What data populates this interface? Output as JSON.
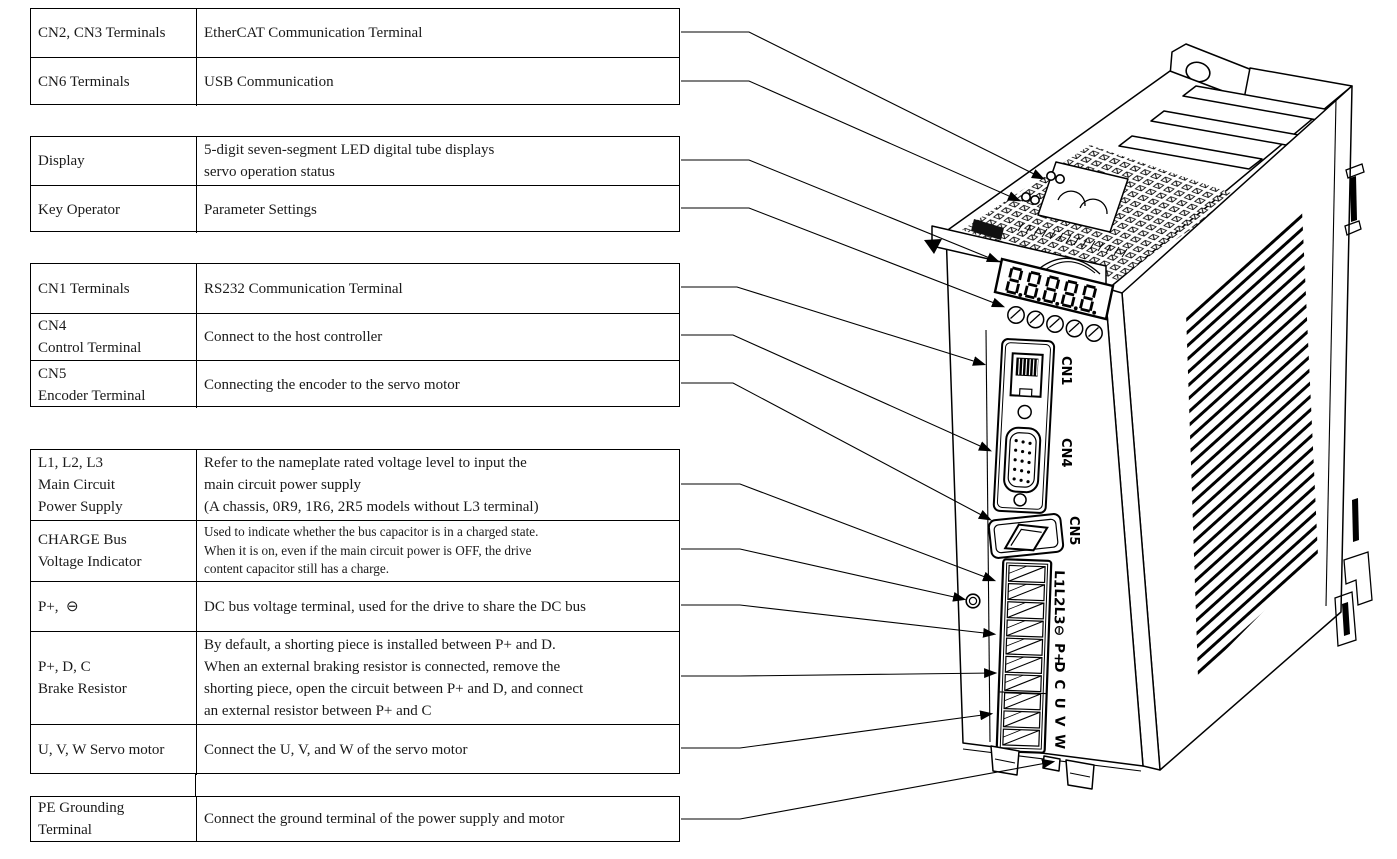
{
  "tables": [
    {
      "rows": [
        {
          "term": "CN2, CN3 Terminals",
          "desc": "EtherCAT Communication Terminal"
        },
        {
          "term": "CN6 Terminals",
          "desc": "USB Communication"
        }
      ]
    },
    {
      "rows": [
        {
          "term": "Display",
          "desc": "5-digit seven-segment LED digital tube displays\nservo operation status"
        },
        {
          "term": "Key Operator",
          "desc": "Parameter Settings"
        }
      ]
    },
    {
      "rows": [
        {
          "term": "CN1 Terminals",
          "desc": "RS232 Communication Terminal"
        },
        {
          "term": "CN4\nControl Terminal",
          "desc": "Connect to the host controller"
        },
        {
          "term": "CN5\nEncoder Terminal",
          "desc": "Connecting the encoder to the servo motor"
        }
      ]
    },
    {
      "rows": [
        {
          "term": "L1, L2, L3\nMain Circuit\nPower Supply",
          "desc": "Refer to the nameplate rated voltage level to input the\nmain circuit power supply\n(A chassis, 0R9, 1R6, 2R5 models without L3 terminal)"
        },
        {
          "term": "CHARGE Bus\nVoltage Indicator",
          "desc": "Used to indicate whether the bus capacitor is in a charged state.\nWhen it is on, even if the main circuit power is OFF, the drive\ncontent capacitor still has a charge."
        },
        {
          "term": "P+,  ⊖",
          "desc": "DC bus voltage terminal, used for the drive to share the DC bus"
        },
        {
          "term": "P+, D, C\nBrake Resistor",
          "desc": "By default, a shorting piece is installed between P+ and D.\nWhen an external braking resistor is connected, remove the\nshorting piece, open the circuit between P+ and D, and connect\nan external resistor between P+ and C"
        },
        {
          "term": "U, V, W Servo motor",
          "desc": "Connect the U, V, and W of the servo motor"
        }
      ]
    },
    {
      "rows": [
        {
          "term": "PE Grounding\nTerminal",
          "desc": "Connect the ground terminal of the power supply and motor"
        }
      ]
    }
  ],
  "device": {
    "display_value": "8.8.8.8.8",
    "connector_labels": {
      "cn1": "CN1",
      "cn4": "CN4",
      "cn5": "CN5"
    },
    "terminal_labels": [
      "L1",
      "L2",
      "L3",
      "⊖",
      "P+",
      "D",
      "C",
      "U",
      "V",
      "W"
    ]
  },
  "colors": {
    "line": "#000000",
    "background": "#ffffff",
    "text": "#1a1a1a"
  }
}
